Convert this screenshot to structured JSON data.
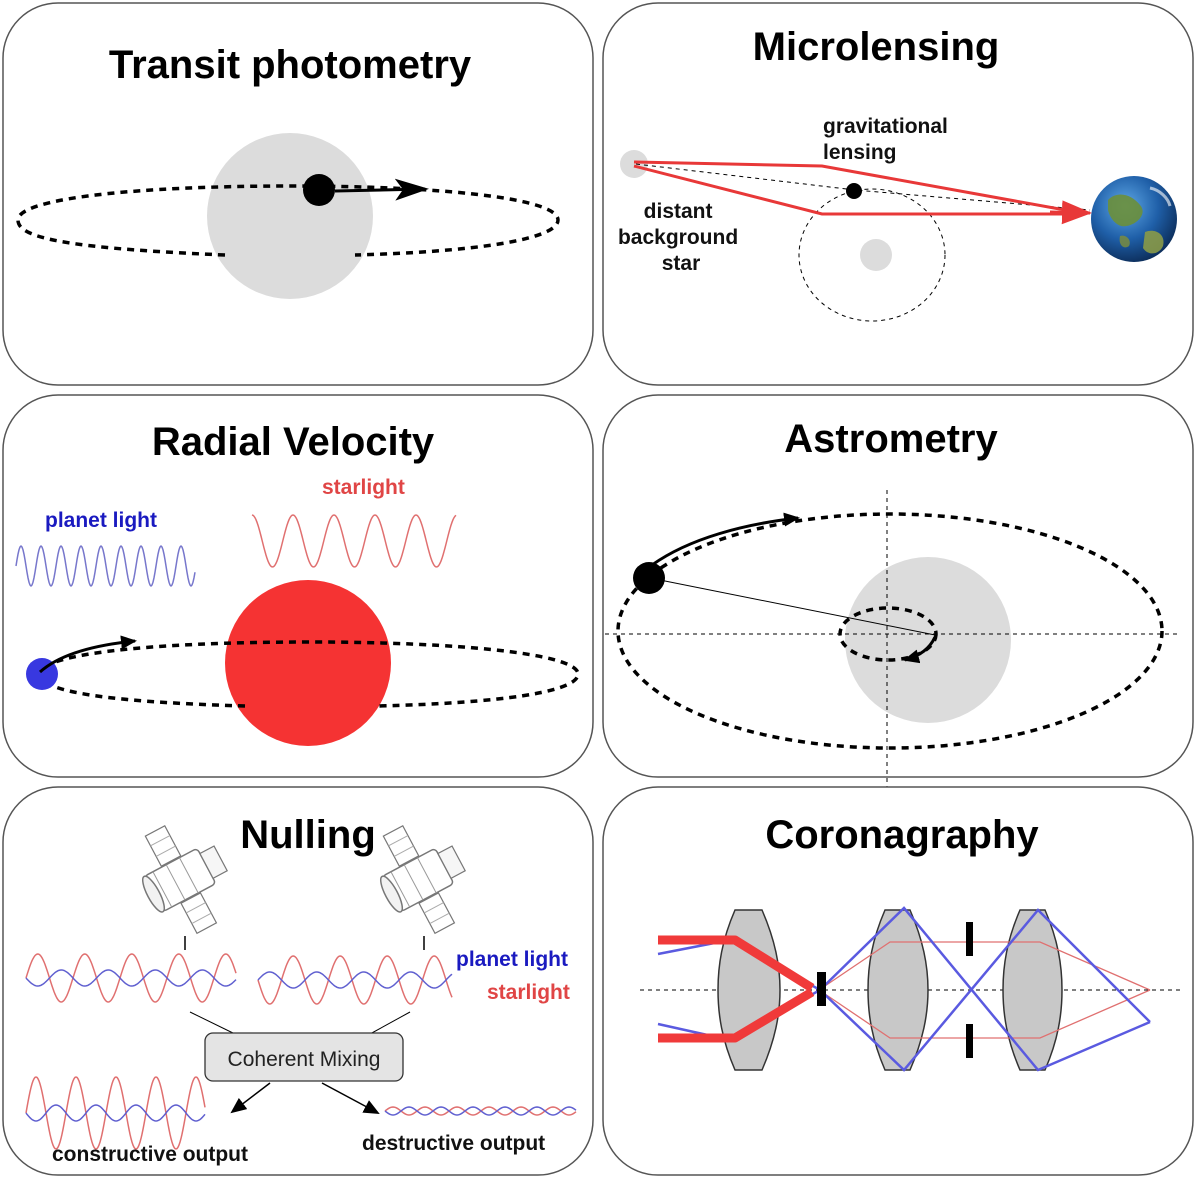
{
  "colors": {
    "star_gray": "#dcdcdc",
    "red": "#e83838",
    "blue": "#3c3cd0",
    "planet_blue": "#3838e0",
    "lens_gray": "#c8c8c8"
  },
  "panels": {
    "transit": {
      "title": "Transit photometry"
    },
    "microlensing": {
      "title": "Microlensing",
      "label_lensing_1": "gravitational",
      "label_lensing_2": "lensing",
      "label_star_1": "distant",
      "label_star_2": "background",
      "label_star_3": "star",
      "earth_icon": "earth-globe-icon"
    },
    "radial_velocity": {
      "title": "Radial Velocity",
      "planet_light": "planet light",
      "starlight": "starlight"
    },
    "astrometry": {
      "title": "Astrometry"
    },
    "nulling": {
      "title": "Nulling",
      "planet_light": "planet light",
      "starlight": "starlight",
      "mixing_box": "Coherent Mixing",
      "constructive": "constructive output",
      "destructive": "destructive output",
      "telescope_icon": "space-telescope-icon"
    },
    "coronagraphy": {
      "title": "Coronagraphy"
    }
  }
}
